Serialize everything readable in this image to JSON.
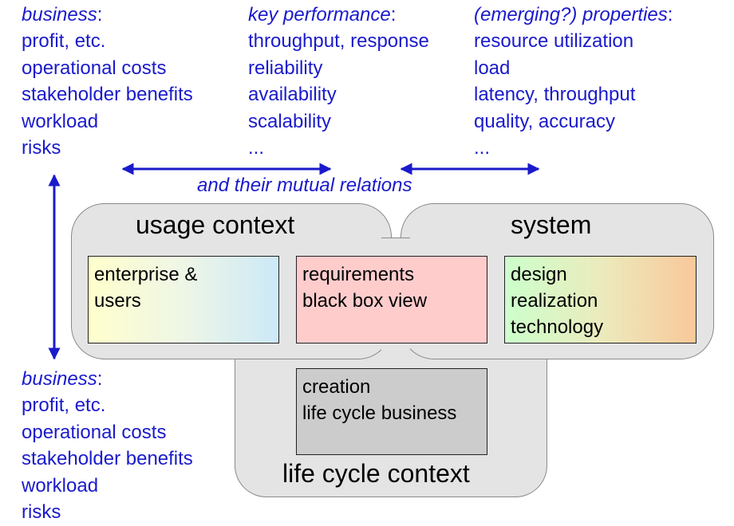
{
  "top_left": {
    "heading": "business",
    "colon": ":",
    "items": [
      "profit, etc.",
      "operational costs",
      "stakeholder benefits",
      "workload",
      "risks"
    ]
  },
  "top_middle": {
    "heading": "key performance",
    "colon": ":",
    "items": [
      "throughput, response",
      "reliability",
      "availability",
      "scalability",
      "..."
    ]
  },
  "top_right": {
    "heading": "(emerging?) properties",
    "colon": ":",
    "items": [
      "resource utilization",
      "load",
      "latency, throughput",
      "quality, accuracy",
      "..."
    ]
  },
  "relations_label": "and their mutual relations",
  "bottom_left": {
    "heading": "business",
    "colon": ":",
    "items": [
      "profit, etc.",
      "operational costs",
      "stakeholder benefits",
      "workload",
      "risks"
    ]
  },
  "contexts": {
    "usage": "usage context",
    "system": "system",
    "life_cycle": "life cycle context"
  },
  "boxes": {
    "enterprise": [
      "enterprise &",
      "users"
    ],
    "requirements": [
      "requirements",
      "black box view"
    ],
    "design": [
      "design",
      "realization",
      "technology"
    ],
    "creation": [
      "creation",
      "life cycle business"
    ]
  },
  "colors": {
    "text_blue": "#1a1acc",
    "context_fill": "#e4e4e4",
    "requirements_fill": "#ffcccc",
    "creation_fill": "#cccccc"
  }
}
